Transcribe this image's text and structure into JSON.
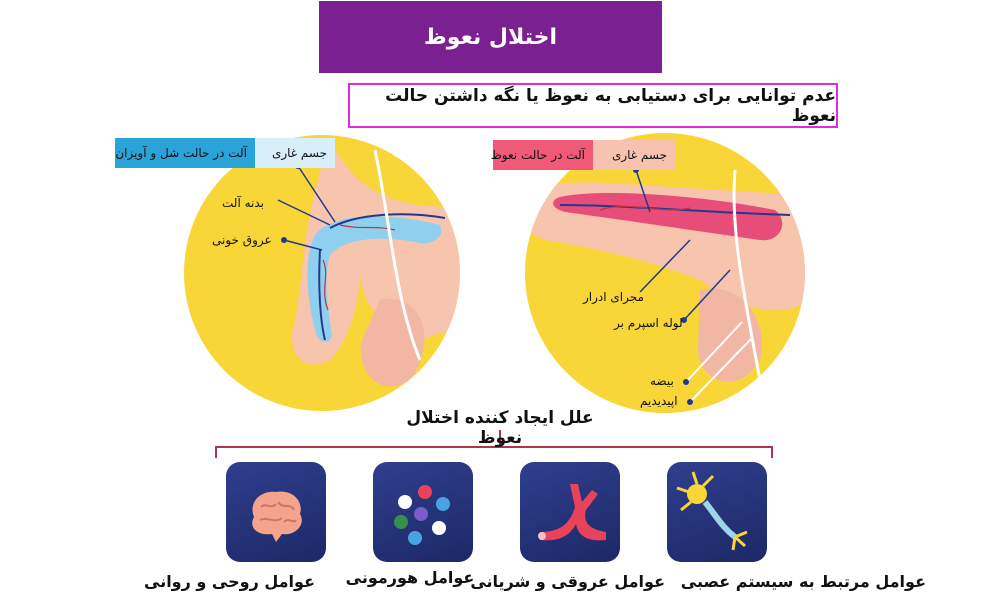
{
  "header": {
    "title": "اختلال نعوظ",
    "subtitle": "عدم توانایی برای دستیابی به نعوظ یا نگه داشتن حالت نعوظ"
  },
  "left_diagram": {
    "tag_state": "آلت در حالت شل و آویزان",
    "tag_part": "جسم غاری",
    "labels": {
      "shaft": "بدنه آلت",
      "vessels": "عروق خونی"
    },
    "colors": {
      "tag_state": "#2aa3d8",
      "tag_part": "#d8eef8",
      "spongy": "#8fd0ee"
    }
  },
  "right_diagram": {
    "tag_state": "آلت در حالت نعوظ",
    "tag_part": "جسم غاری",
    "labels": {
      "urethra": "مجرای ادرار",
      "vas": "لوله اسپرم بر",
      "testis": "بیضه",
      "epididymis": "اپیدیدیم"
    },
    "colors": {
      "tag_state": "#f05a78",
      "tag_part": "#f8c2b0",
      "spongy": "#e84d7a"
    }
  },
  "causes": {
    "title": "علل ایجاد کننده اختلال نعوظ",
    "items": [
      {
        "label": "عوامل روحی و روانی",
        "icon": "brain-icon"
      },
      {
        "label": "عوامل هورمونی",
        "icon": "hormone-molecules-icon"
      },
      {
        "label": "عوامل عروقی و شریانی",
        "icon": "blood-vessel-icon"
      },
      {
        "label": "عوامل مرتبط به سیستم عصبی",
        "icon": "neuron-icon"
      }
    ]
  },
  "colors": {
    "title_bg": "#7b2091",
    "subtitle_border": "#e02bd8",
    "circle": "#f8d637",
    "tile": "#253478",
    "bracket": "#b0344f"
  }
}
